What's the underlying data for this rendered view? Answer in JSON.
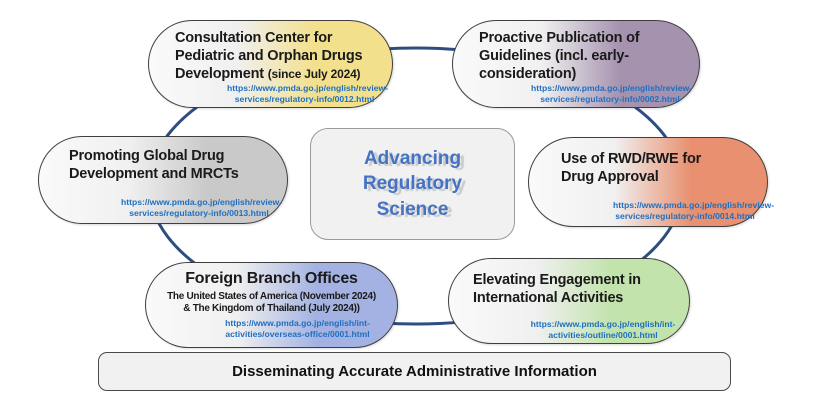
{
  "diagram": {
    "ring_color": "#2e4d80",
    "link_color": "#1f6fc0"
  },
  "center": {
    "title": "Advancing\nRegulatory\nScience",
    "text_color": "#4472c4"
  },
  "bottom_bar": {
    "label": "Disseminating Accurate Administrative Information"
  },
  "nodes": {
    "consultation": {
      "title": "Consultation Center for\nPediatric and Orphan Drugs\nDevelopment ",
      "title_suffix": "(since July 2024)",
      "url": "https://www.pmda.go.jp/english/review-\nservices/regulatory-info/0012.html",
      "accent": "#f3e08d"
    },
    "proactive": {
      "title": "Proactive Publication of\nGuidelines (incl. early-\nconsideration)",
      "url": "https://www.pmda.go.jp/english/review-\nservices/regulatory-info/0002.html",
      "accent": "#a592af"
    },
    "global": {
      "title": "Promoting Global Drug\nDevelopment and MRCTs",
      "url": "https://www.pmda.go.jp/english/review-\nservices/regulatory-info/0013.html",
      "accent": "#c9c9c9"
    },
    "rwd": {
      "title": "Use of RWD/RWE for\nDrug Approval",
      "url": "https://www.pmda.go.jp/english/review-\nservices/regulatory-info/0014.html",
      "accent": "#e8906f"
    },
    "foreign": {
      "title": "Foreign Branch Offices",
      "subtitle": "The United States of America (November 2024)\n&  The Kingdom of Thailand (July 2024))",
      "url": "https://www.pmda.go.jp/english/int-\nactivities/overseas-office/0001.html",
      "accent": "#a3b2e2"
    },
    "elevating": {
      "title": "Elevating Engagement in\nInternational Activities",
      "url": "https://www.pmda.go.jp/english/int-\nactivities/outline/0001.html",
      "accent": "#c2e3ac"
    }
  }
}
